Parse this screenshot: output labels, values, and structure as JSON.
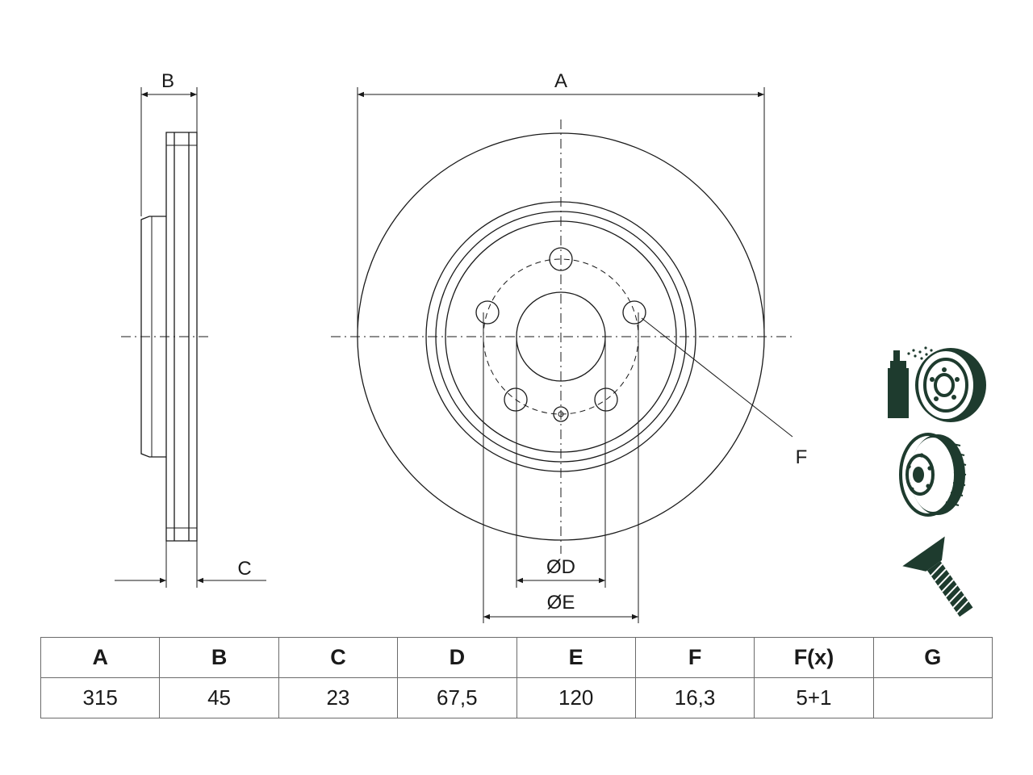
{
  "diagram": {
    "dim_labels": {
      "A": "A",
      "B": "B",
      "C": "C",
      "D": "ØD",
      "E": "ØE",
      "F": "F"
    },
    "icons": [
      "disc-cleaning-spray-icon",
      "brake-disc-icon",
      "mounting-screw-icon"
    ]
  },
  "table": {
    "headers": [
      "A",
      "B",
      "C",
      "D",
      "E",
      "F",
      "F(x)",
      "G"
    ],
    "values": [
      "315",
      "45",
      "23",
      "67,5",
      "120",
      "16,3",
      "5+1",
      ""
    ]
  }
}
